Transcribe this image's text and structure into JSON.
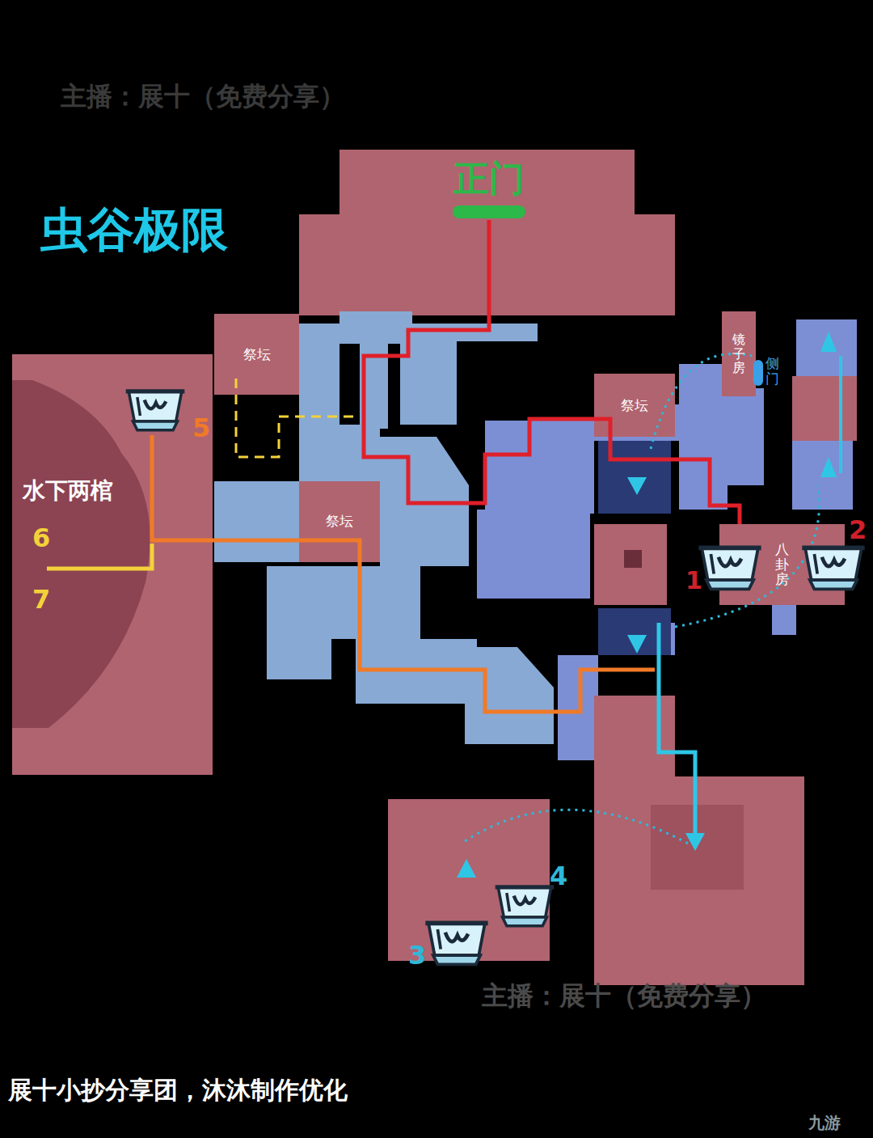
{
  "diagram": {
    "title": "虫谷极限",
    "caption": "展十小抄分享团，沐沐制作优化",
    "nodes": [
      {
        "text": [
          "正门"
        ]
      },
      {
        "text": [
          "祭坛"
        ]
      },
      {
        "text": [
          "镜子房"
        ]
      },
      {
        "text": [
          "祭坛"
        ]
      },
      {
        "text": [
          "祭坛"
        ]
      },
      {
        "text": [
          "八卦房"
        ]
      },
      {
        "text": [
          "水下两棺"
        ]
      }
    ],
    "edges": [
      {
        "from": 0,
        "to": 5,
        "arrow": "none"
      }
    ],
    "labels": [
      "主播：展十（免费分享）",
      "侧门",
      "5",
      "1",
      "2",
      "6",
      "7",
      "4",
      "3",
      "主播：展十（免费分享）",
      "九游"
    ]
  }
}
